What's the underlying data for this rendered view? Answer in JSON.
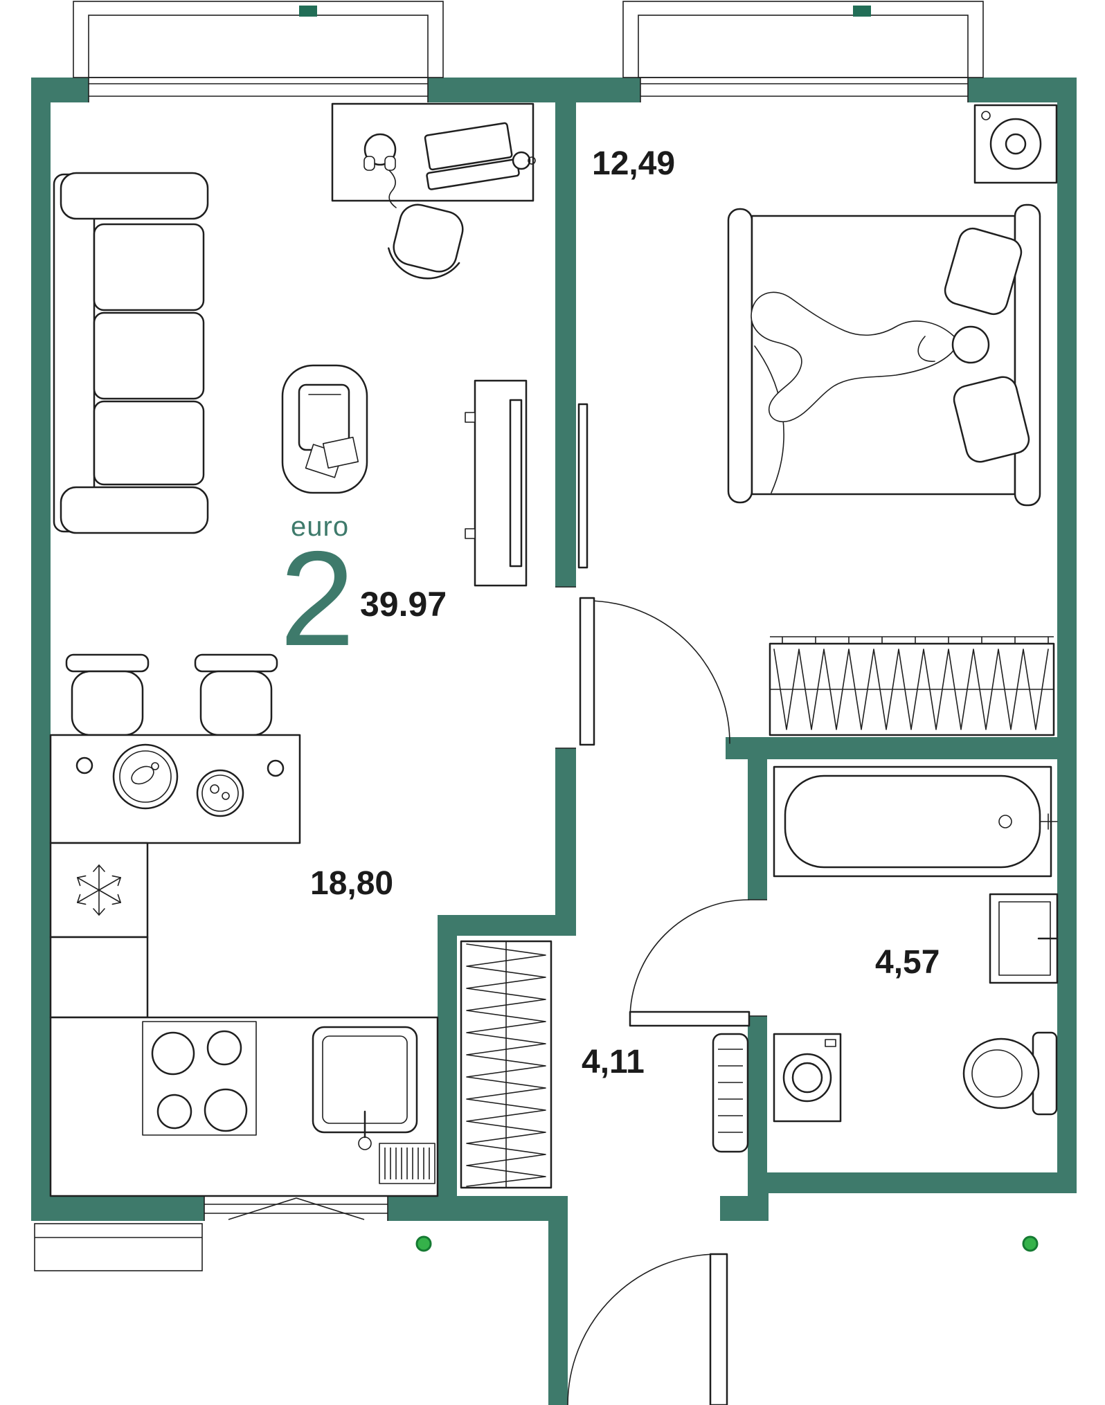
{
  "plan": {
    "type_label": "euro",
    "rooms_count": "2",
    "total_area": "39.97",
    "rooms": {
      "bedroom": {
        "name": "bedroom",
        "area": "12,49"
      },
      "living_kitchen": {
        "name": "living-kitchen",
        "area": "18,80"
      },
      "bathroom": {
        "name": "bathroom",
        "area": "4,57"
      },
      "hallway": {
        "name": "hallway",
        "area": "4,11"
      }
    },
    "colors": {
      "wall": "#3E7A6B",
      "accent": "#3E7A6B",
      "text": "#1B1B1B",
      "line": "#1F1F1F",
      "marker": "#35B24A",
      "marker_ring": "#157A32",
      "window_tick": "#226E57",
      "background": "#FFFFFF"
    },
    "icons": {
      "snowflake": "fridge marker, 6-arm line star",
      "green_dot": "utility marker, filled green circle",
      "window_tick": "small dark-green rect on balcony window"
    }
  }
}
